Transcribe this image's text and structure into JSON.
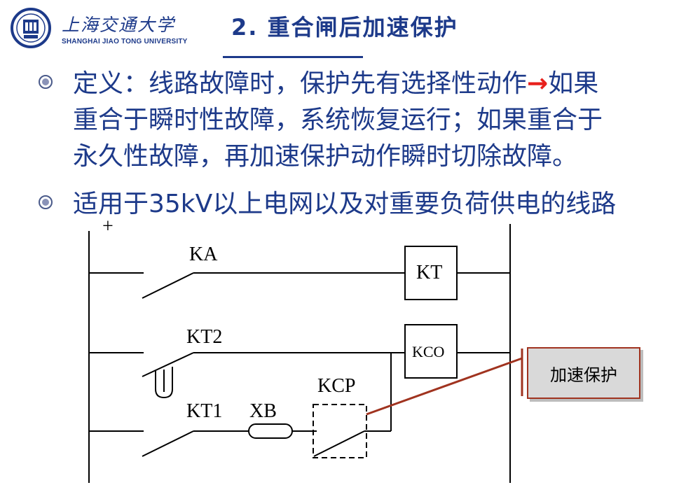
{
  "header": {
    "logo_cn": "上海交通大学",
    "logo_en": "SHANGHAI JIAO TONG UNIVERSITY",
    "title": "2. 重合闸后加速保护"
  },
  "bullets": {
    "b1_l1a": "定义：线路故障时，保护先有选择性动作",
    "b1_arrow": "→",
    "b1_l1b": "如果",
    "b1_l2": "重合于瞬时性故障，系统恢复运行；如果重合于",
    "b1_l3": "永久性故障，再加速保护动作瞬时切除故障。",
    "b2": "适用于35kV以上电网以及对重要负荷供电的线路"
  },
  "circuit": {
    "plus": "+",
    "ka": "KA",
    "kt": "KT",
    "kt2": "KT2",
    "kco": "KCO",
    "kcp": "KCP",
    "kt1": "KT1",
    "xb": "XB"
  },
  "callout": {
    "label": "加速保护"
  },
  "colors": {
    "text_blue": "#1d3a8a",
    "arrow_red": "#e8201c",
    "callout_border": "#a0331f",
    "callout_fill": "#d9d9d9"
  }
}
